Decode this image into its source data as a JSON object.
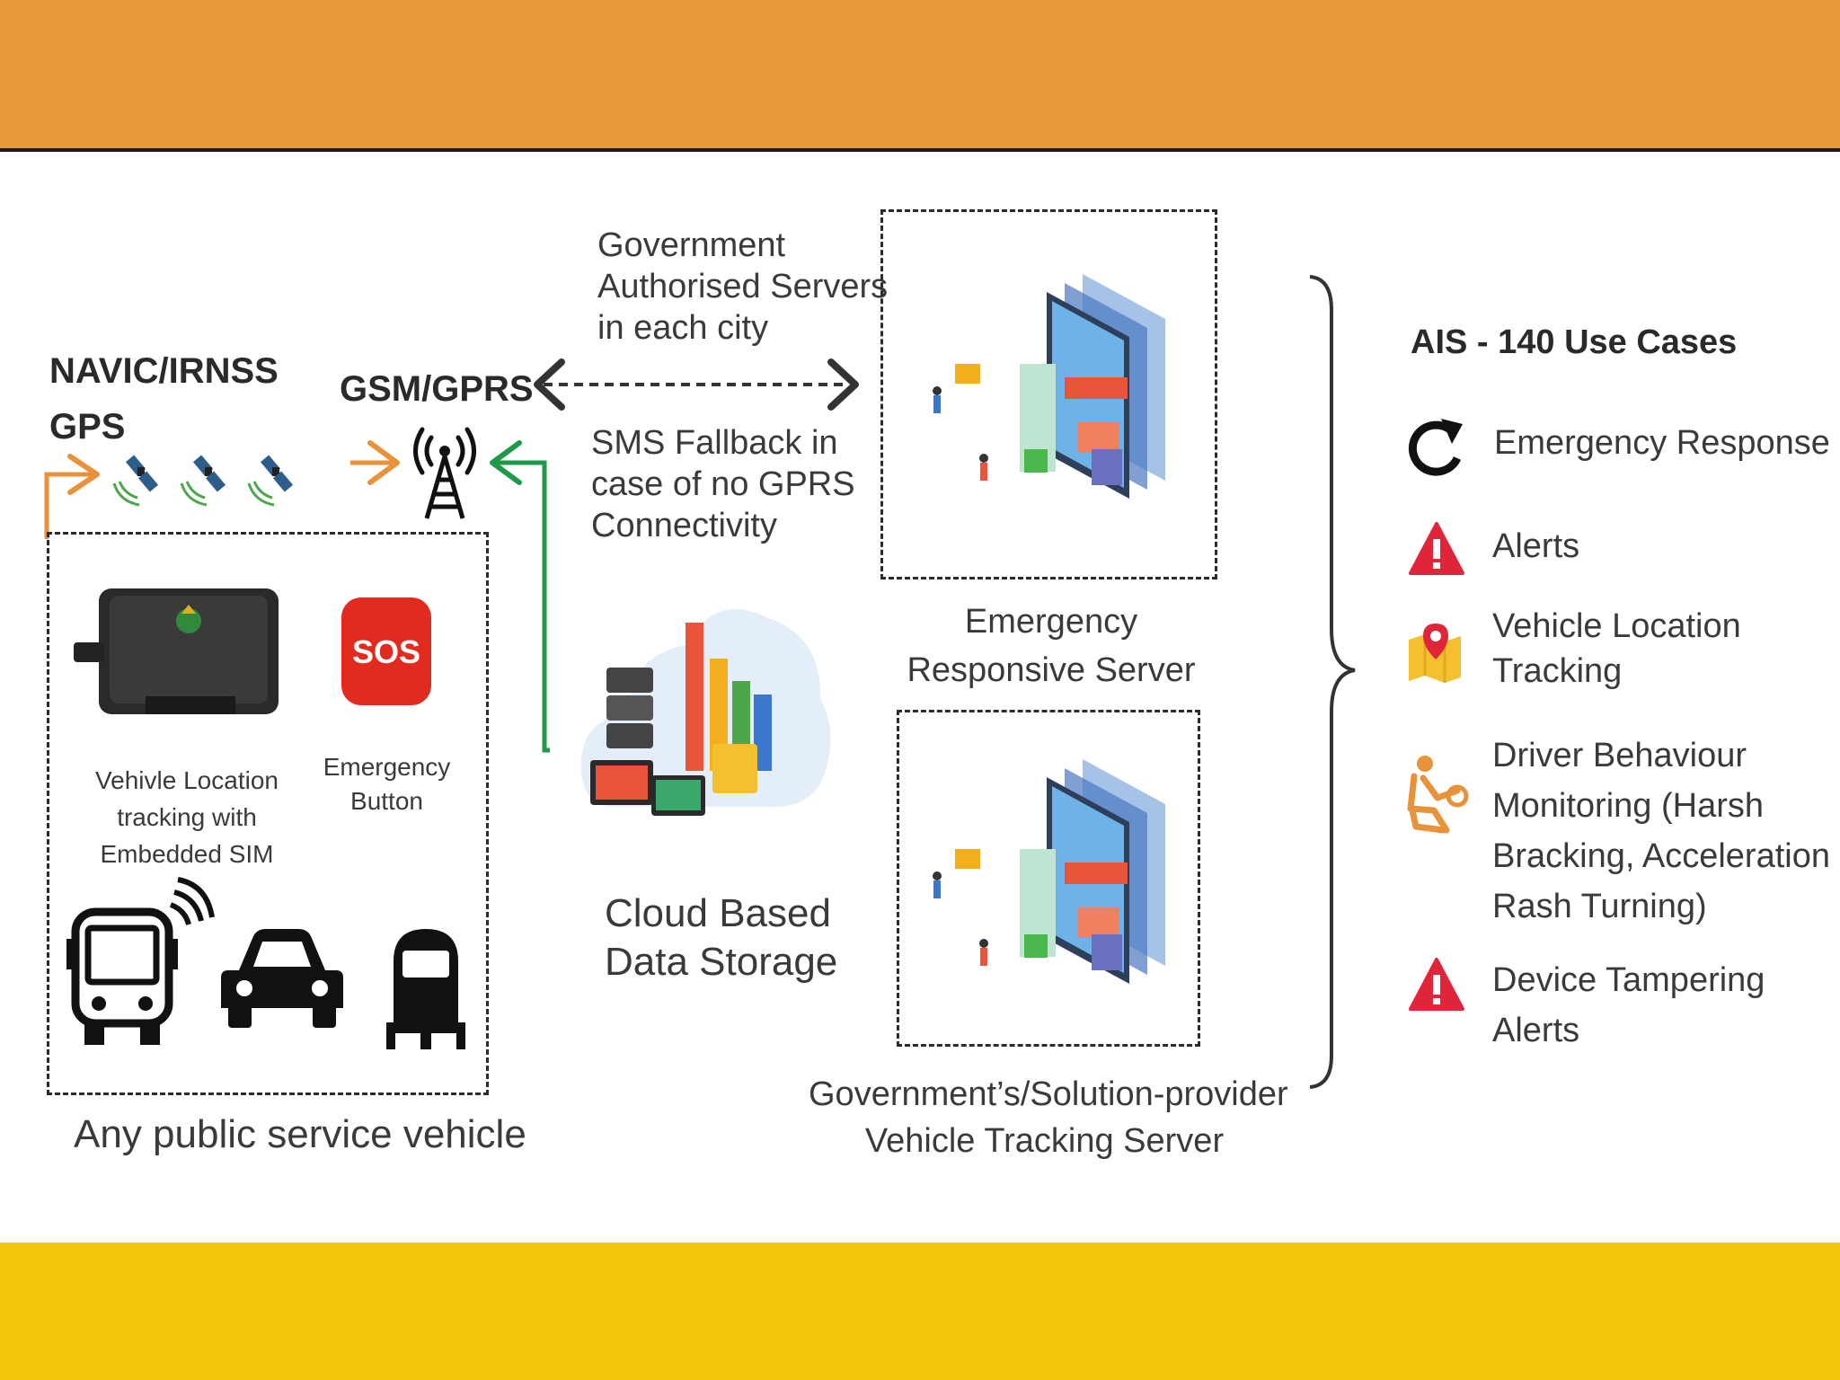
{
  "navic_label": "NAVIC/IRNSS",
  "gps_label": "GPS",
  "gsm_label": "GSM/GPRS",
  "gov_servers": [
    "Government",
    "Authorised Servers",
    "in each city"
  ],
  "sms_fallback": [
    "SMS Fallback in",
    "case of no GPRS",
    "Connectivity"
  ],
  "sos_text": "SOS",
  "device_caption": [
    "Vehivle Location",
    "tracking with",
    "Embedded SIM"
  ],
  "emergency_button": [
    "Emergency",
    "Button"
  ],
  "vehicle_box_caption": "Any public service vehicle",
  "cloud_caption": [
    "Cloud Based",
    "Data Storage"
  ],
  "ers_caption": [
    "Emergency",
    "Responsive Server"
  ],
  "vts_caption": [
    "Government’s/Solution-provider",
    "Vehicle Tracking Server"
  ],
  "use_cases_title": "AIS - 140 Use Cases",
  "use_cases": [
    {
      "icon": "refresh-icon",
      "lines": [
        "Emergency Response"
      ]
    },
    {
      "icon": "alert-triangle-icon",
      "lines": [
        "Alerts"
      ]
    },
    {
      "icon": "map-pin-icon",
      "lines": [
        "Vehicle Location",
        "Tracking"
      ]
    },
    {
      "icon": "driver-seat-icon",
      "lines": [
        "Driver Behaviour",
        "Monitoring (Harsh",
        "Bracking, Acceleration",
        "Rash Turning)"
      ]
    },
    {
      "icon": "alert-triangle-icon",
      "lines": [
        "Device Tampering",
        "Alerts"
      ]
    }
  ],
  "colors": {
    "top_band": "#e89a3a",
    "bottom_band": "#f2c40a",
    "arrow_orange": "#e8923a",
    "arrow_green": "#1f9a4a",
    "alert_red": "#e0243a"
  }
}
